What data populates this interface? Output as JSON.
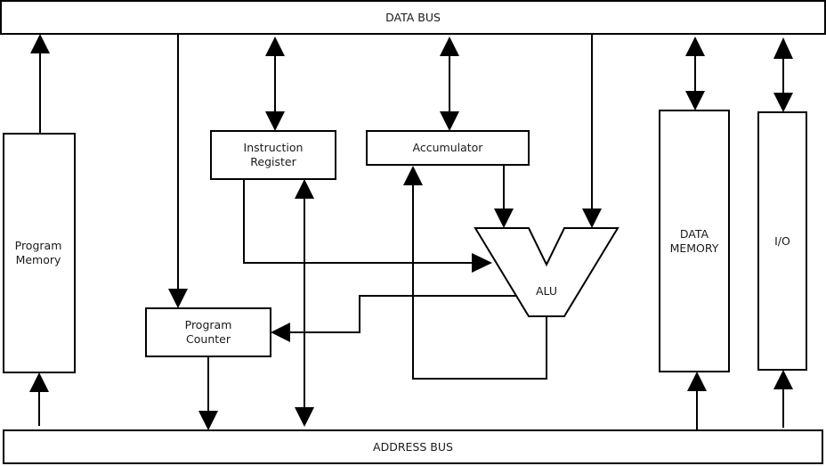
{
  "title": "Microprocessor architecture block diagram",
  "buses": {
    "data_bus": "DATA BUS",
    "address_bus": "ADDRESS BUS"
  },
  "blocks": {
    "program_memory": [
      "Program",
      "Memory"
    ],
    "instruction_register": [
      "Instruction",
      "Register"
    ],
    "accumulator": "Accumulator",
    "alu": "ALU",
    "program_counter": [
      "Program",
      "Counter"
    ],
    "data_memory": [
      "DATA",
      "MEMORY"
    ],
    "io": "I/O"
  },
  "connections": [
    {
      "from": "Program Memory",
      "to": "DATA BUS",
      "direction": "one-way"
    },
    {
      "from": "DATA BUS",
      "to": "Program Counter",
      "direction": "one-way"
    },
    {
      "from": "DATA BUS",
      "to": "Instruction Register",
      "direction": "two-way"
    },
    {
      "from": "DATA BUS",
      "to": "Accumulator",
      "direction": "two-way"
    },
    {
      "from": "DATA BUS",
      "to": "ALU",
      "direction": "one-way"
    },
    {
      "from": "DATA BUS",
      "to": "DATA MEMORY",
      "direction": "two-way"
    },
    {
      "from": "DATA BUS",
      "to": "I/O",
      "direction": "two-way"
    },
    {
      "from": "Accumulator",
      "to": "ALU",
      "direction": "one-way"
    },
    {
      "from": "Instruction Register",
      "to": "ALU",
      "direction": "one-way"
    },
    {
      "from": "ALU",
      "to": "Accumulator",
      "direction": "one-way"
    },
    {
      "from": "ALU",
      "to": "Program Counter",
      "direction": "one-way"
    },
    {
      "from": "Instruction Register",
      "to": "ADDRESS BUS",
      "direction": "two-way"
    },
    {
      "from": "Program Counter",
      "to": "ADDRESS BUS",
      "direction": "one-way"
    },
    {
      "from": "ADDRESS BUS",
      "to": "Program Memory",
      "direction": "one-way"
    },
    {
      "from": "ADDRESS BUS",
      "to": "DATA MEMORY",
      "direction": "one-way"
    },
    {
      "from": "ADDRESS BUS",
      "to": "I/O",
      "direction": "one-way"
    }
  ]
}
